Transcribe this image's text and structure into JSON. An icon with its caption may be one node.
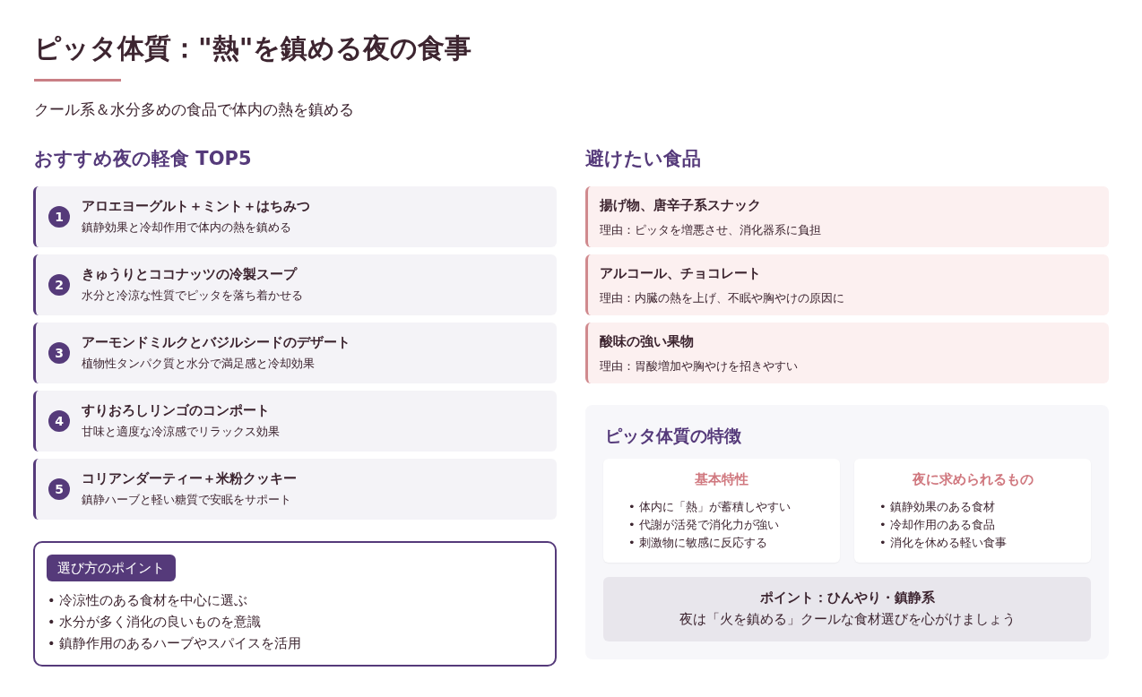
{
  "diagram": {
    "title": "ピッタ体質：\"熱\"を鎮める夜の食事",
    "nodes": [
      {
        "text": [
          "アロエヨーグルト＋ミント＋はちみつ",
          "鎮静効果と冷却作用で体内の熱を鎮める"
        ]
      },
      {
        "text": [
          "1"
        ],
        "in": 0
      },
      {
        "text": [
          "きゅうりとココナッツの冷製スープ",
          "水分と冷涼な性質でピッタを落ち着かせる"
        ]
      },
      {
        "text": [
          "2"
        ],
        "in": 2
      },
      {
        "text": [
          "アーモンドミルクとバジルシードのデザート",
          "植物性タンパク質と水分で満足感と冷却効果"
        ]
      },
      {
        "text": [
          "3"
        ],
        "in": 4
      },
      {
        "text": [
          "すりおろしリンゴのコンポート",
          "甘味と適度な冷涼感でリラックス効果"
        ]
      },
      {
        "text": [
          "4"
        ],
        "in": 6
      },
      {
        "text": [
          "コリアンダーティー＋米粉クッキー",
          "鎮静ハーブと軽い糖質で安眠をサポート"
        ]
      },
      {
        "text": [
          "5"
        ],
        "in": 8
      },
      {
        "text": [
          "• 冷涼性のある食材を中心に選ぶ",
          "• 水分が多く消化の良いものを意識",
          "• 鎮静作用のあるハーブやスパイスを活用"
        ]
      },
      {
        "text": [
          "選び方のポイント"
        ],
        "in": 10
      },
      {
        "text": [
          "揚げ物、唐辛子系スナック",
          "理由：ピッタを増悪させ、消化器系に負担"
        ]
      },
      {
        "text": [
          "アルコール、チョコレート",
          "理由：内臓の熱を上げ、不眠や胸やけの原因に"
        ]
      },
      {
        "text": [
          "酸味の強い果物",
          "理由：胃酸増加や胸やけを招きやすい"
        ]
      },
      {
        "text": [
          "ピッタ体質の特徴"
        ]
      },
      {
        "text": [
          "基本特性",
          "• 体内に「熱」が蓄積しやすい",
          "• 代謝が活発で消化力が強い",
          "• 刺激物に敏感に反応する"
        ],
        "in": 15
      },
      {
        "text": [
          "夜に求められるもの",
          "• 鎮静効果のある食材",
          "• 冷却作用のある食品",
          "• 消化を休める軽い食事"
        ],
        "in": 15
      },
      {
        "text": [
          "ポイント：ひんやり・鎮静系",
          "夜は「火を鎮める」クールな食材選びを心がけましょう"
        ],
        "in": 15
      }
    ],
    "labels": [
      "クール系＆水分多めの食品で体内の熱を鎮める",
      "おすすめ夜の軽食 TOP5",
      "避けたい食品"
    ]
  }
}
